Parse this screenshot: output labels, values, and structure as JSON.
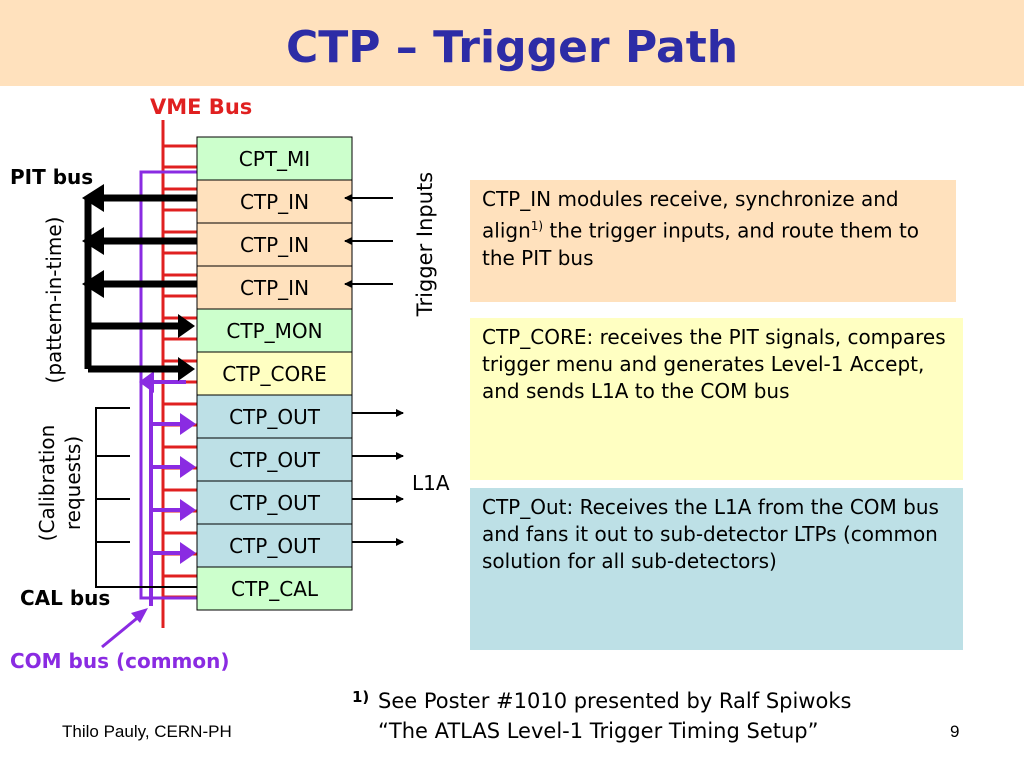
{
  "title": "CTP – Trigger Path",
  "labels": {
    "vme_bus": "VME Bus",
    "pit_bus": "PIT bus",
    "pattern_in_time": "(pattern-in-time)",
    "calibration_line1": "(Calibration",
    "calibration_line2": "requests)",
    "cal_bus": "CAL bus",
    "com_bus": "COM bus (common)",
    "trigger_inputs": "Trigger Inputs",
    "l1a": "L1A"
  },
  "modules": [
    {
      "label": "CPT_MI",
      "color": "#ccffcc"
    },
    {
      "label": "CTP_IN",
      "color": "#ffe1bd"
    },
    {
      "label": "CTP_IN",
      "color": "#ffe1bd"
    },
    {
      "label": "CTP_IN",
      "color": "#ffe1bd"
    },
    {
      "label": "CTP_MON",
      "color": "#ccffcc"
    },
    {
      "label": "CTP_CORE",
      "color": "#ffffc2"
    },
    {
      "label": "CTP_OUT",
      "color": "#bde0e6"
    },
    {
      "label": "CTP_OUT",
      "color": "#bde0e6"
    },
    {
      "label": "CTP_OUT",
      "color": "#bde0e6"
    },
    {
      "label": "CTP_OUT",
      "color": "#bde0e6"
    },
    {
      "label": "CTP_CAL",
      "color": "#ccffcc"
    }
  ],
  "descriptions": {
    "ctp_in": {
      "text_before": "CTP_IN modules receive, synchronize and align",
      "sup": "1)",
      "text_after": " the trigger inputs, and route them to the PIT bus"
    },
    "ctp_core": "CTP_CORE: receives the PIT signals, compares trigger menu and generates Level-1 Accept, and sends L1A to the COM bus",
    "ctp_out": "CTP_Out: Receives the L1A from the COM bus and fans it out to sub-detector LTPs (common solution for all sub-detectors)"
  },
  "footnote": {
    "mark": "1)",
    "line1": "See Poster #1010 presented by Ralf Spiwoks",
    "line2": "“The ATLAS Level-1 Trigger Timing Setup”"
  },
  "author": "Thilo Pauly, CERN-PH",
  "page_number": "9",
  "colors": {
    "header_bg": "#ffe1bd",
    "title": "#2d2ca6",
    "vme_bus": "#e02020",
    "com_bus": "#8a2be2",
    "pit_bus": "#000000"
  }
}
